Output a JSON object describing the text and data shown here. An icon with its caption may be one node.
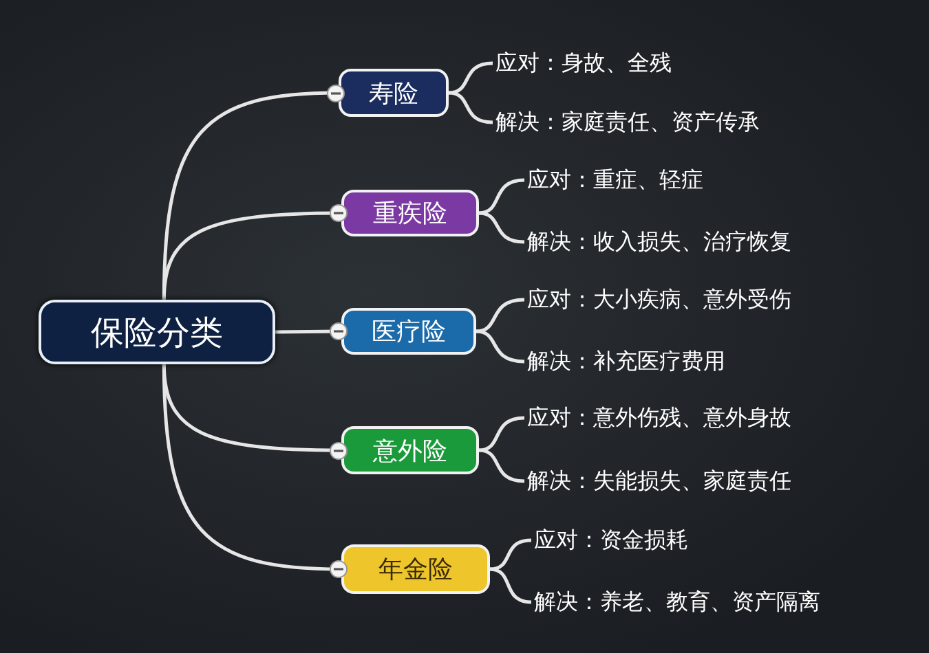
{
  "diagram": {
    "nodes": [
      {
        "text": [
          "保险分类"
        ]
      },
      {
        "text": [
          "寿险"
        ]
      },
      {
        "text": [
          "应对：身故、全残"
        ]
      },
      {
        "text": [
          "解决：家庭责任、资产传承"
        ]
      },
      {
        "text": [
          "重疾险"
        ]
      },
      {
        "text": [
          "应对：重症、轻症"
        ]
      },
      {
        "text": [
          "解决：收入损失、治疗恢复"
        ]
      },
      {
        "text": [
          "医疗险"
        ]
      },
      {
        "text": [
          "应对：大小疾病、意外受伤"
        ]
      },
      {
        "text": [
          "解决：补充医疗费用"
        ]
      },
      {
        "text": [
          "意外险"
        ]
      },
      {
        "text": [
          "应对：意外伤残、意外身故"
        ]
      },
      {
        "text": [
          "解决：失能损失、家庭责任"
        ]
      },
      {
        "text": [
          "年金险"
        ]
      },
      {
        "text": [
          "应对：资金损耗"
        ]
      },
      {
        "text": [
          "解决：养老、教育、资产隔离"
        ]
      }
    ],
    "edges": [
      {
        "from": 0,
        "to": 1,
        "arrow": "none"
      },
      {
        "from": 0,
        "to": 4,
        "arrow": "none"
      },
      {
        "from": 0,
        "to": 7,
        "arrow": "none"
      },
      {
        "from": 0,
        "to": 10,
        "arrow": "none"
      },
      {
        "from": 0,
        "to": 13,
        "arrow": "none"
      },
      {
        "from": 1,
        "to": 2,
        "arrow": "none"
      },
      {
        "from": 1,
        "to": 3,
        "arrow": "none"
      },
      {
        "from": 4,
        "to": 5,
        "arrow": "none"
      },
      {
        "from": 4,
        "to": 6,
        "arrow": "none"
      },
      {
        "from": 7,
        "to": 8,
        "arrow": "none"
      },
      {
        "from": 7,
        "to": 9,
        "arrow": "none"
      },
      {
        "from": 10,
        "to": 11,
        "arrow": "none"
      },
      {
        "from": 10,
        "to": 12,
        "arrow": "none"
      },
      {
        "from": 13,
        "to": 14,
        "arrow": "none"
      },
      {
        "from": 13,
        "to": 15,
        "arrow": "none"
      }
    ]
  }
}
